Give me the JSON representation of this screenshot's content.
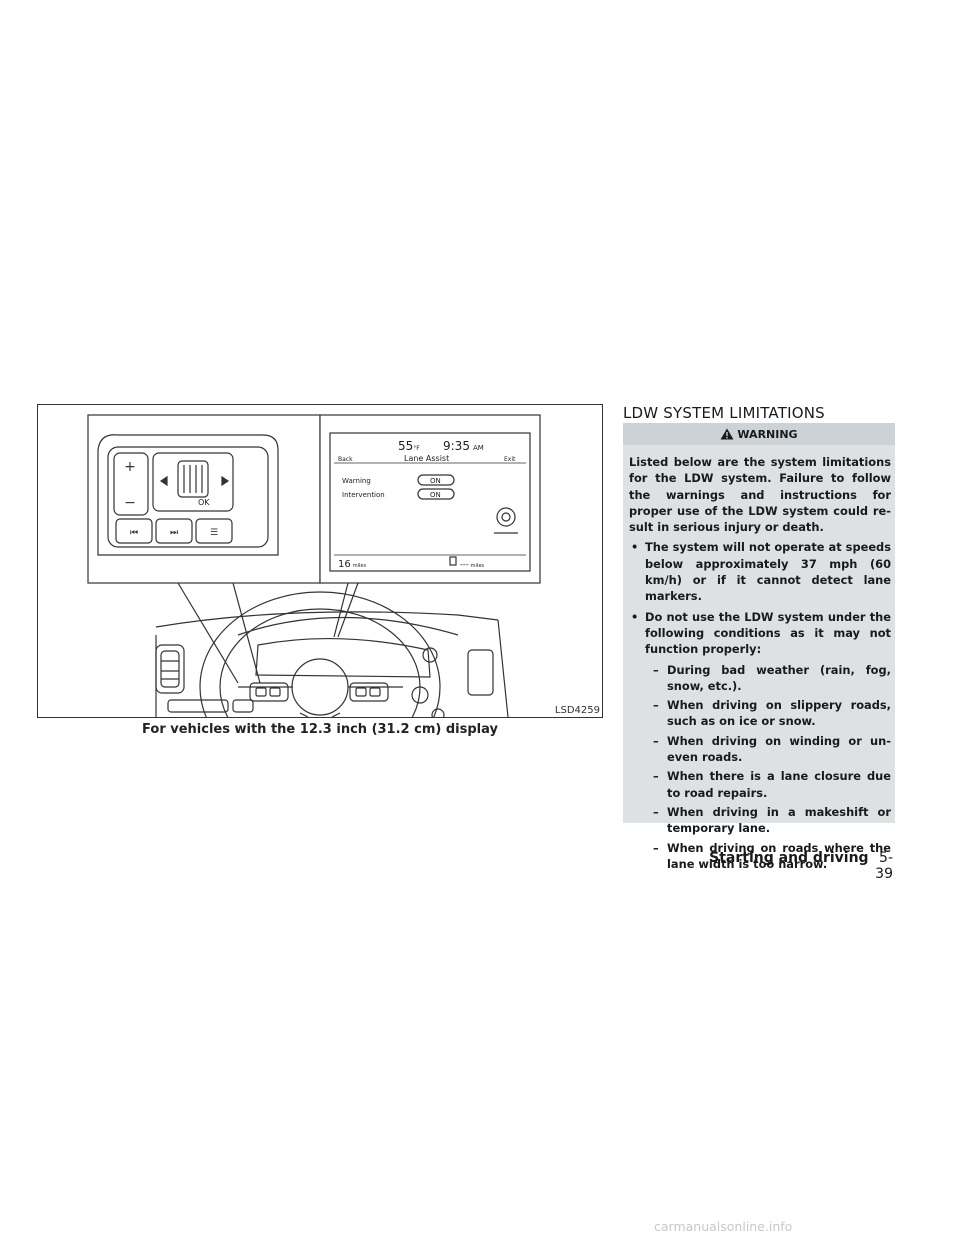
{
  "figure": {
    "code": "LSD4259",
    "caption": "For vehicles with the 12.3 inch (31.2 cm) display",
    "display": {
      "temp": "55",
      "temp_unit": "°F",
      "time": "9:35",
      "ampm": "AM",
      "back": "Back",
      "title": "Lane Assist",
      "exit": "Exit",
      "row1_label": "Warning",
      "row1_value": "ON",
      "row2_label": "Intervention",
      "row2_value": "ON",
      "odometer": "16",
      "odometer_unit": "miles",
      "range": "---",
      "range_unit": "miles"
    },
    "controls": {
      "ok_label": "OK"
    }
  },
  "section": {
    "title": "LDW SYSTEM LIMITATIONS"
  },
  "warning": {
    "header": "WARNING",
    "intro": "Listed below are the system limitations for the LDW system. Failure to follow the warnings and instructions for proper use of the LDW system could re-sult in serious injury or death.",
    "bullets": [
      "The system will not operate at speeds below approximately 37 mph (60 km/h) or if it cannot detect lane markers.",
      "Do not use the LDW system under the following conditions as it may not function properly:"
    ],
    "subitems": [
      "During bad weather (rain, fog, snow, etc.).",
      "When driving on slippery roads, such as on ice or snow.",
      "When driving on winding or un-even roads.",
      "When there is a lane closure due to road repairs.",
      "When driving in a makeshift or temporary lane.",
      "When driving on roads where the lane width is too narrow."
    ],
    "bullet_marker": "•",
    "sub_marker": "–"
  },
  "footer": {
    "section": "Starting and driving",
    "page": "5-39"
  },
  "watermark": "carmanualsonline.info",
  "colors": {
    "warning_bg": "#dde1e4",
    "warning_header_bg": "#ccd2d6"
  }
}
